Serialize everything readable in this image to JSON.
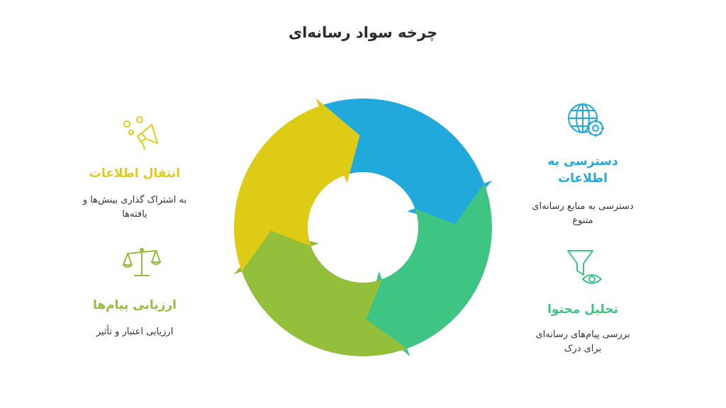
{
  "title": "چرخه سواد رسانه‌ای",
  "colors": {
    "blue": "#21A9DC",
    "green": "#3EC584",
    "lime": "#93BF3B",
    "yellow": "#DDCB16",
    "text": "#333333"
  },
  "steps": [
    {
      "heading": "دسترسی به اطلاعات",
      "description": "دسترسی به منابع رسانه‌ای متنوع",
      "icon": "globe-gear-icon"
    },
    {
      "heading": "تحلیل محتوا",
      "description": "بررسی پیام‌های رسانه‌ای برای درک",
      "icon": "funnel-eye-icon"
    },
    {
      "heading": "ارزیابی پیام‌ها",
      "description": "ارزیابی اعتبار و تأثیر",
      "icon": "scales-icon"
    },
    {
      "heading": "انتقال اطلاعات",
      "description": "به اشتراک گذاری بینش‌ها و یافته‌ها",
      "icon": "megaphone-icon"
    }
  ]
}
